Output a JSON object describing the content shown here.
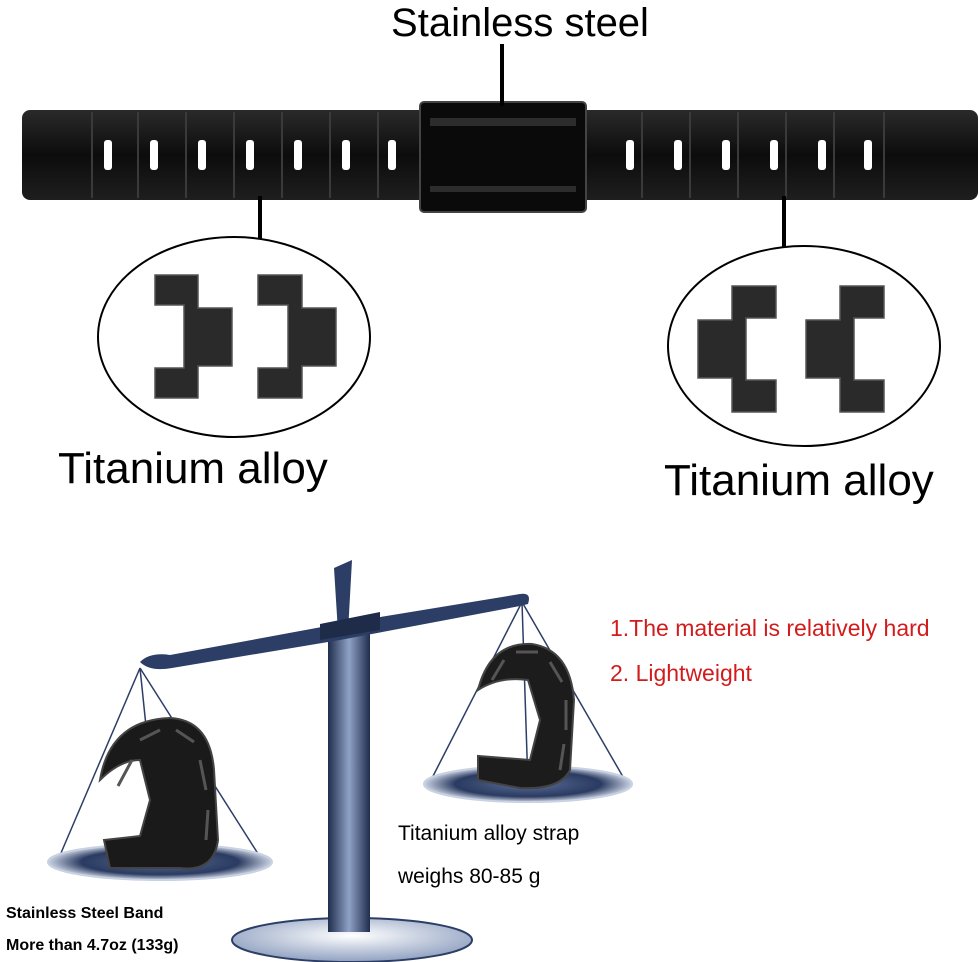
{
  "labels": {
    "stainless_steel": "Stainless steel",
    "titanium_left": "Titanium alloy",
    "titanium_right": "Titanium alloy"
  },
  "features": [
    "1.The material is relatively hard",
    "2. Lightweight"
  ],
  "titanium_caption": [
    "Titanium alloy strap",
    "weighs 80-85 g"
  ],
  "steel_caption": [
    "Stainless Steel Band",
    "More than 4.7oz (133g)"
  ],
  "colors": {
    "band": "#141414",
    "scale": "#2d3e66",
    "accent_red": "#d21c1c"
  },
  "icons": [
    "watch-band-icon",
    "link-piece-icon",
    "balance-scale-icon"
  ]
}
